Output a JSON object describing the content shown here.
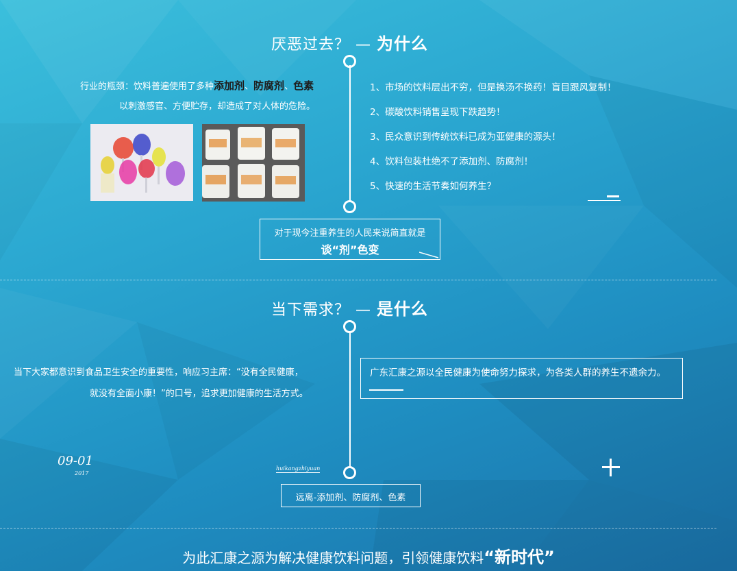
{
  "section1": {
    "title_prefix": "厌恶过去？ — ",
    "title_strong": "为什么",
    "problem_line1_a": "行业的瓶颈：饮料普遍使用了多种",
    "problem_hl1": "添加剂",
    "problem_sep1": "、",
    "problem_hl2": "防腐剂",
    "problem_sep2": "、",
    "problem_hl3": "色素",
    "problem_line2": "以刺激感官、方便贮存，却造成了对人体的危险。",
    "list": [
      "1、市场的饮料层出不穷，但是换汤不换药！盲目跟风复制！",
      "2、碳酸饮料销售呈现下跌趋势！",
      "3、民众意识到传统饮料已成为亚健康的源头！",
      "4、饮料包装杜绝不了添加剂、防腐剂！",
      "5、快速的生活节奏如何养生？"
    ],
    "box_line1": "对于现今注重养生的人民来说简直就是",
    "box_line2": "谈“剂”色变"
  },
  "section2": {
    "title_prefix": "当下需求？ — ",
    "title_strong": "是什么",
    "left_line1": "当下大家都意识到食品卫生安全的重要性，响应习主席：“没有全民健康，",
    "left_line2": "就没有全面小康！”的口号，追求更加健康的生活方式。",
    "right_box": "广东汇康之源以全民健康为使命努力探求，为各类人群的养生不遗余力。",
    "date": "09-01",
    "year": "2017",
    "brand_small": "huikangzhiyuan",
    "bottom_box": "远离-添加剂、防腐剂、色素"
  },
  "footer": {
    "text": "为此汇康之源为解决健康饮料问题，引领健康饮料",
    "strong": "“新时代”"
  },
  "icons": {
    "minus": "minus-icon",
    "plus": "plus-icon"
  }
}
